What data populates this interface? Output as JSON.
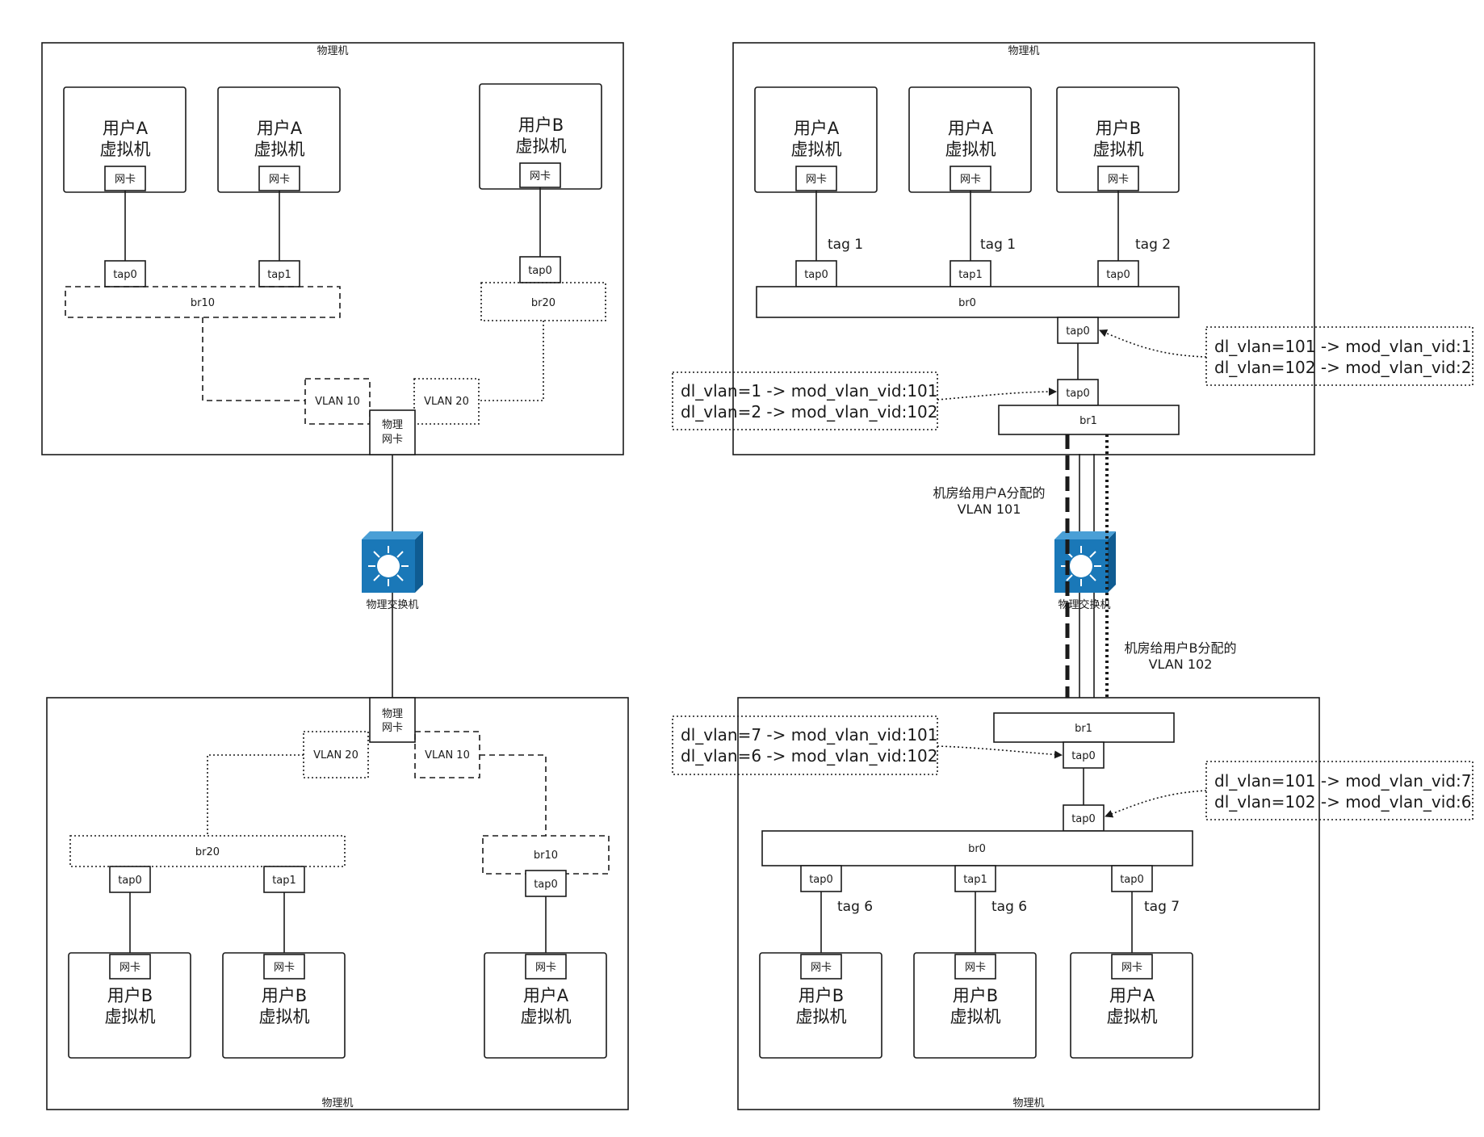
{
  "labels": {
    "physical_host": "物理机",
    "nic": "网卡",
    "physical_nic": [
      "物理",
      "网卡"
    ],
    "switch": "物理交换机"
  },
  "vm": {
    "user_a": [
      "用户A",
      "虚拟机"
    ],
    "user_b": [
      "用户B",
      "虚拟机"
    ]
  },
  "left_top": {
    "taps": [
      "tap0",
      "tap1",
      "tap0"
    ],
    "bridges": [
      "br10",
      "br20"
    ],
    "vlans": [
      "VLAN 10",
      "VLAN 20"
    ]
  },
  "left_bottom": {
    "taps": [
      "tap0",
      "tap1",
      "tap0"
    ],
    "bridges": [
      "br20",
      "br10"
    ],
    "vlans": [
      "VLAN 20",
      "VLAN 10"
    ]
  },
  "right_top": {
    "taps": [
      "tap0",
      "tap1",
      "tap0"
    ],
    "tags": [
      "tag 1",
      "tag 1",
      "tag 2"
    ],
    "br0": "br0",
    "br1": "br1",
    "uplink_taps": [
      "tap0",
      "tap0"
    ],
    "rules_right": [
      "dl_vlan=101 -> mod_vlan_vid:1",
      "dl_vlan=102 -> mod_vlan_vid:2"
    ],
    "rules_left": [
      "dl_vlan=1 -> mod_vlan_vid:101",
      "dl_vlan=2 -> mod_vlan_vid:102"
    ]
  },
  "right_bottom": {
    "taps": [
      "tap0",
      "tap1",
      "tap0"
    ],
    "tags": [
      "tag 6",
      "tag 6",
      "tag 7"
    ],
    "br0": "br0",
    "br1": "br1",
    "uplink_taps": [
      "tap0",
      "tap0"
    ],
    "rules_left": [
      "dl_vlan=7 -> mod_vlan_vid:101",
      "dl_vlan=6 -> mod_vlan_vid:102"
    ],
    "rules_right": [
      "dl_vlan=101 -> mod_vlan_vid:7",
      "dl_vlan=102 -> mod_vlan_vid:6"
    ]
  },
  "vlan_notes": {
    "user_a": [
      "机房给用户A分配的",
      "VLAN 101"
    ],
    "user_b": [
      "机房给用户B分配的",
      "VLAN 102"
    ]
  },
  "colors": {
    "switch_face": "#1a78b8",
    "switch_side": "#0f5c92",
    "switch_top": "#4a9fd6",
    "line": "#1a1a1a"
  }
}
